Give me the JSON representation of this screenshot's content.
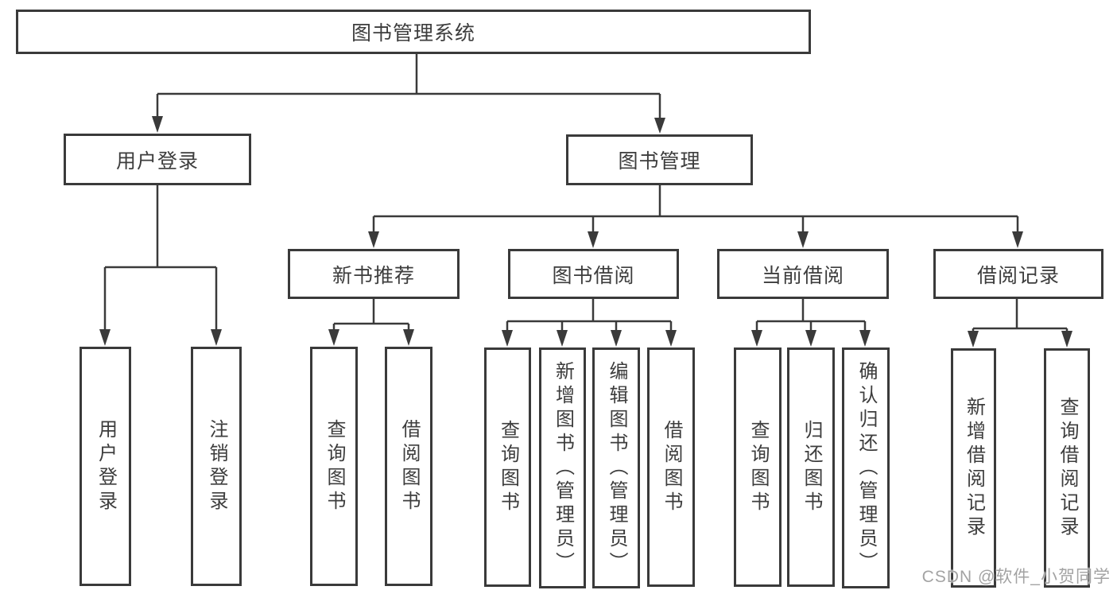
{
  "colors": {
    "line": "#3a3a3a",
    "box_border": "#3a3a3a",
    "box_bg": "#ffffff",
    "text": "#3d3d3d",
    "watermark": "#a3a3a3"
  },
  "watermark": {
    "text": "CSDN @软件_小贺同学"
  },
  "tree": {
    "label": "图书管理系统",
    "children": [
      {
        "label": "用户登录",
        "children": [
          {
            "label": "用户登录"
          },
          {
            "label": "注销登录"
          }
        ]
      },
      {
        "label": "图书管理",
        "children": [
          {
            "label": "新书推荐",
            "children": [
              {
                "label": "查询图书"
              },
              {
                "label": "借阅图书"
              }
            ]
          },
          {
            "label": "图书借阅",
            "children": [
              {
                "label": "查询图书"
              },
              {
                "label": "新增图书（管理员）"
              },
              {
                "label": "编辑图书（管理员）"
              },
              {
                "label": "借阅图书"
              }
            ]
          },
          {
            "label": "当前借阅",
            "children": [
              {
                "label": "查询图书"
              },
              {
                "label": "归还图书"
              },
              {
                "label": "确认归还（管理员）"
              }
            ]
          },
          {
            "label": "借阅记录",
            "children": [
              {
                "label": "新增借阅记录"
              },
              {
                "label": "查询借阅记录"
              }
            ]
          }
        ]
      }
    ]
  }
}
